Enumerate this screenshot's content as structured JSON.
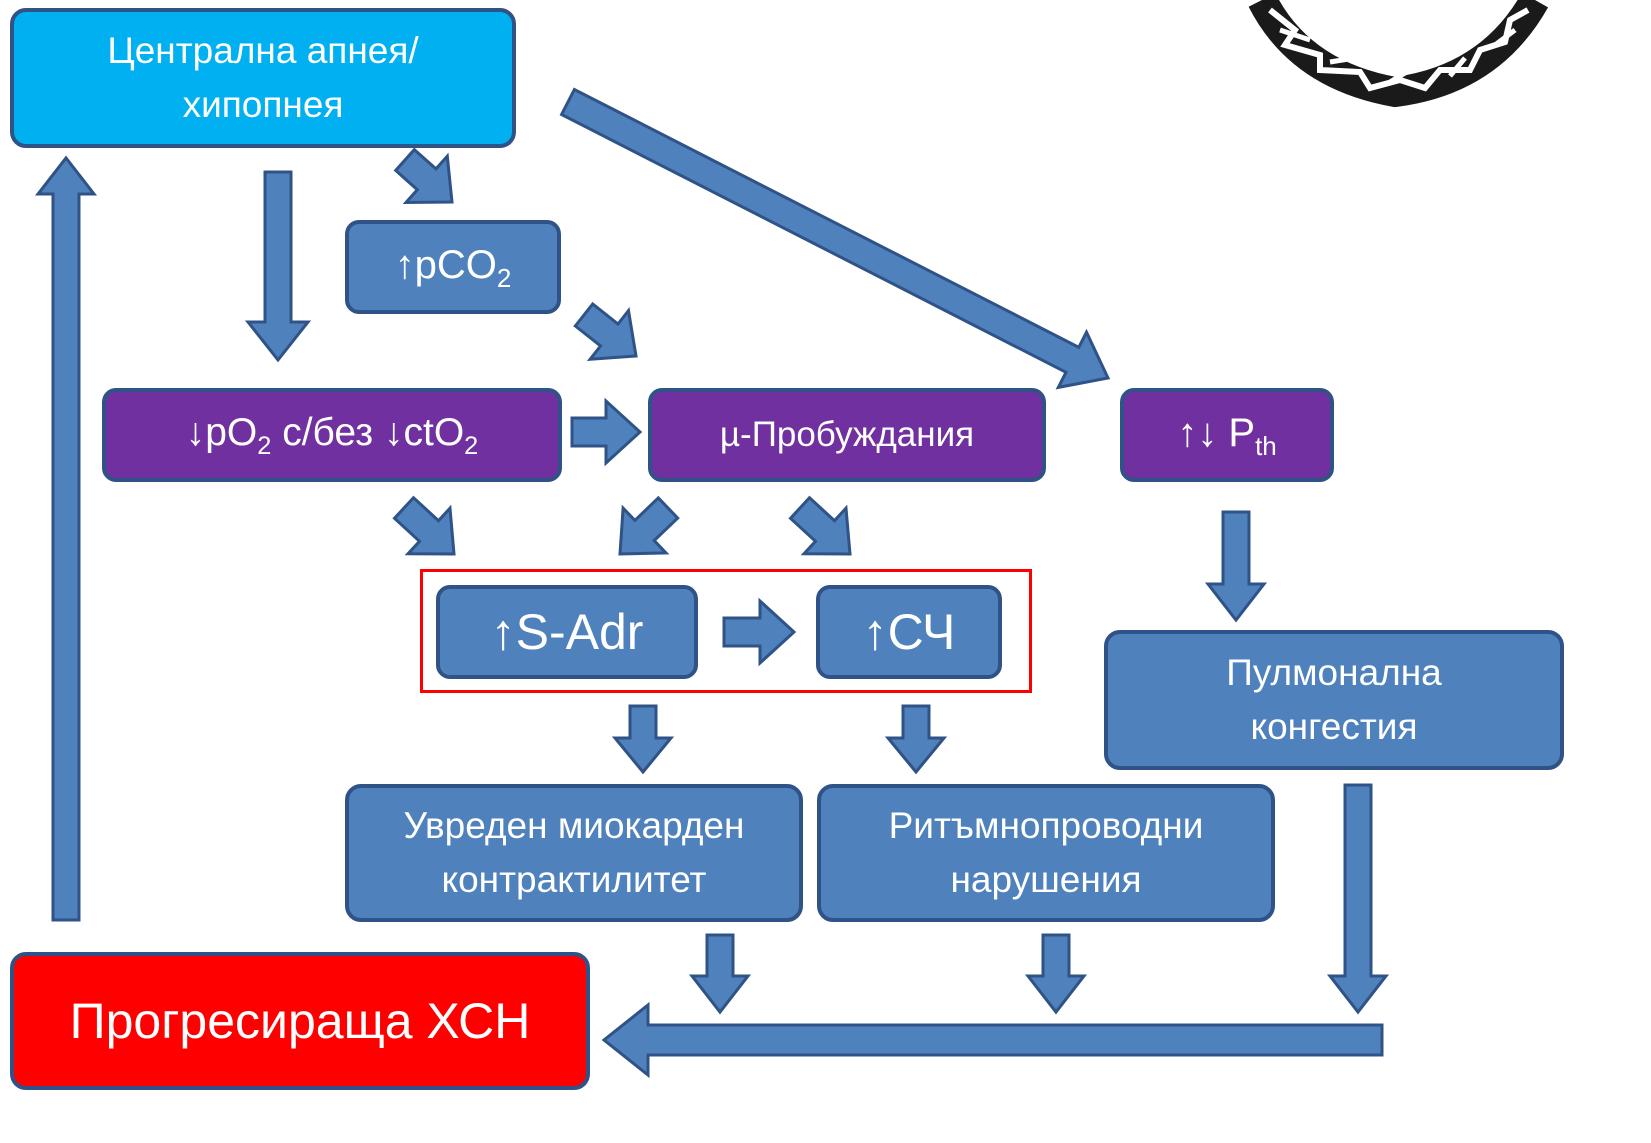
{
  "nodes": {
    "central_apnea": "Централна апнея/хипопнея",
    "pco2": {
      "arrow": "↑",
      "main": "pCO",
      "sub": "2"
    },
    "po2": {
      "a1": "↓",
      "t1": "pO",
      "s1": "2",
      "t2": " с/без ",
      "a2": "↓",
      "t3": "ctO",
      "s2": "2"
    },
    "arousals": "µ-Пробуждания",
    "pth": {
      "arrows": "↑↓ ",
      "main": "P",
      "sub": "th"
    },
    "s_adr": "↑S-Adr",
    "hr": "↑СЧ",
    "pulmonary": "Пулмонална конгестия",
    "myocardial": "Увреден миокарден контрактилитет",
    "rhythm": "Ритъмнопроводни нарушения",
    "chf": "Прогресираща ХСН"
  },
  "colors": {
    "arrow_fill": "#4f81bd",
    "arrow_stroke": "#2f5387",
    "box_blue": "#4f81bd",
    "box_cyan": "#00b0f0",
    "box_purple": "#7030a0",
    "box_red": "#ff0000",
    "highlight_frame": "#ff0000"
  },
  "decoration": {
    "logo": "braided-ring-logo"
  }
}
